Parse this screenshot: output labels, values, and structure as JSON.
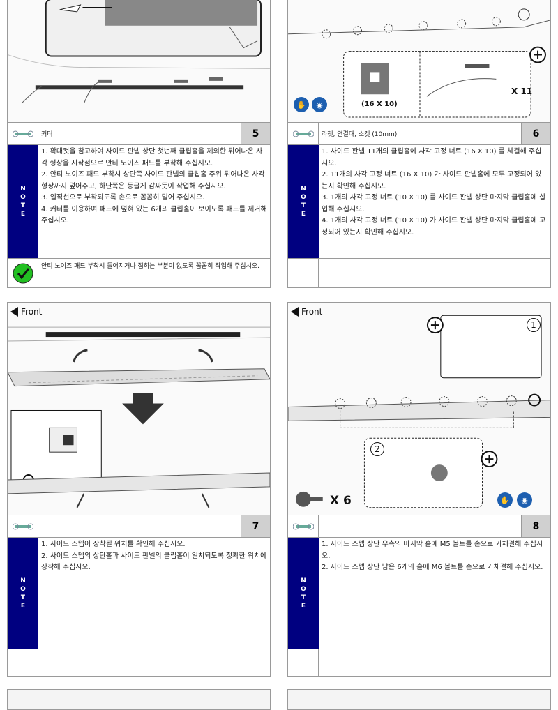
{
  "steps": [
    {
      "number": "5",
      "tool": "커터",
      "front": "",
      "notes": [
        "1. 확대컷을 참고하여 사이드 판넬 상단 첫번째 클립홀을 제외한 튀어나온 사각 형상을 시작점으로 안티 노이즈 패드를 부착해 주십시오.",
        "2. 안티 노이즈 패드 부착시 상단쪽 사이드 판넬의 클립홀 주위 튀어나온 사각 형상까지 덮어주고, 하단쪽은 둥글게 감싸듯이 작업해 주십시오.",
        "3. 일직선으로 부착되도록 손으로 꼼꼼히 밀어 주십시오.",
        "4. 커터를 이용하여 패드에 덮혀 있는 6개의 클립홀이 보이도록 패드를 제거해 주십시오."
      ],
      "tip": "안티 노이즈 패드 부착시 들어지거나 접히는 부분이 없도록 꼼꼼히 작업해 주십시오."
    },
    {
      "number": "6",
      "tool": "라쳇, 연결대, 소켓 (10mm)",
      "part_label": "(16 X 10)",
      "qty": "X 11",
      "notes": [
        "1. 사이드 판넬 11개의 클립홀에 사각 고정 너트 (16 X 10) 를 체결해 주십시오.",
        "2. 11개의 사각 고정 너트 (16 X 10) 가 사이드 판넬홀에 모두 고정되어 있는지 확인해 주십시오.",
        "3. 1개의 사각 고정 너트 (10 X 10) 를 사이드 판넬 상단 마지막 클립홀에 삽입해 주십시오.",
        "4. 1개의 사각 고정 너트 (10 X 10) 가 사이드 판넬 상단 마지막 클립홀에 고정되어 있는지 확인해 주십시오."
      ]
    },
    {
      "number": "7",
      "tool": "",
      "front": "Front",
      "notes": [
        "1. 사이드 스텝이 장착될 위치를 확인해 주십시오.",
        "2. 사이드 스텝의 상단홀과 사이드 판넬의 클립홀이 일치되도록 정확한 위치에 장착해 주십시오."
      ]
    },
    {
      "number": "8",
      "tool": "",
      "front": "Front",
      "qty": "X 6",
      "callout1": "1",
      "callout2": "2",
      "notes": [
        "1. 사이드 스텝 상단 우측의 마지막 홀에 M5 볼트를 손으로 가체결해 주십시오.",
        "2. 사이드 스텝 상단 남은 6개의 홀에 M6 볼트를 손으로 가체결해 주십시오."
      ]
    }
  ],
  "note_label": [
    "N",
    "O",
    "T",
    "E"
  ]
}
